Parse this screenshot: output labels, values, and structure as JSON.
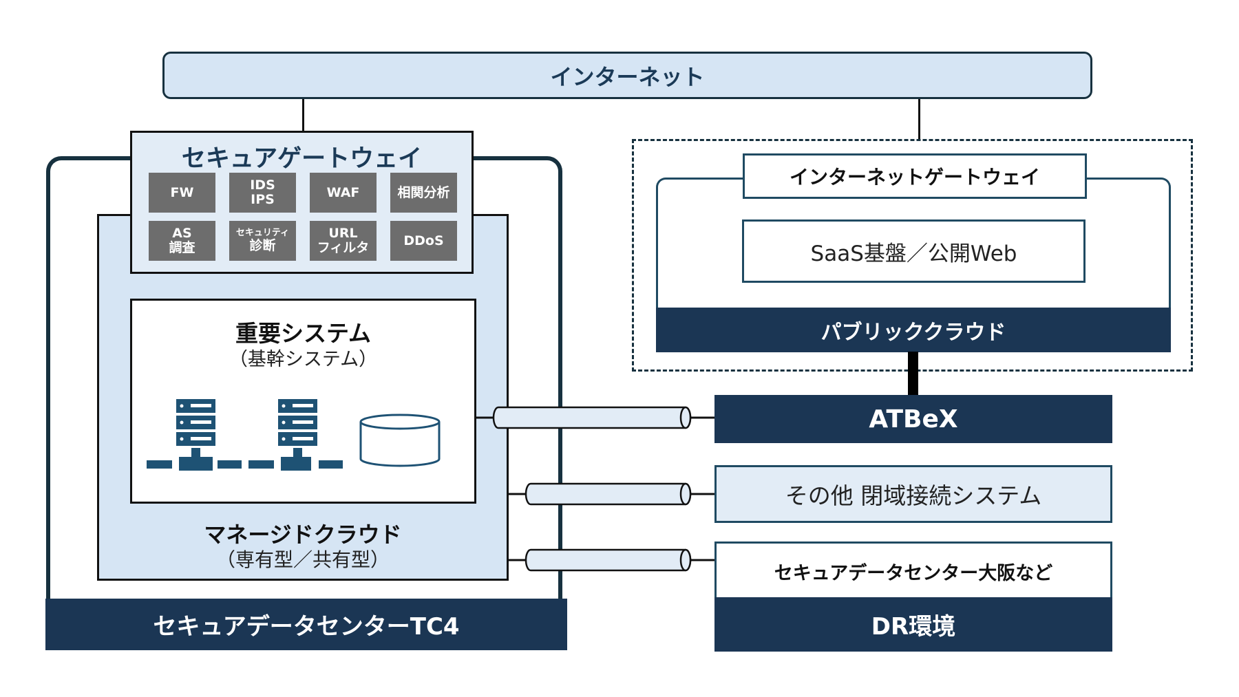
{
  "internet": {
    "label": "インターネット"
  },
  "secure_gateway": {
    "title": "セキュアゲートウェイ",
    "functions": [
      {
        "line1": "FW",
        "line2": ""
      },
      {
        "line1": "IDS",
        "line2": "IPS"
      },
      {
        "line1": "WAF",
        "line2": ""
      },
      {
        "line1": "相関分析",
        "line2": ""
      },
      {
        "line1": "AS",
        "line2": "調査"
      },
      {
        "line1": "セキュリティ",
        "line2": "診断"
      },
      {
        "line1": "URL",
        "line2": "フィルタ"
      },
      {
        "line1": "DDoS",
        "line2": ""
      }
    ]
  },
  "important_system": {
    "title": "重要システム",
    "subtitle": "（基幹システム）",
    "icons": [
      "server-icon",
      "server-icon",
      "database-icon"
    ]
  },
  "managed_cloud": {
    "title": "マネージドクラウド",
    "subtitle": "（専有型／共有型）"
  },
  "tc4": {
    "label": "セキュアデータセンターTC4"
  },
  "public_cloud": {
    "internet_gateway": "インターネットゲートウェイ",
    "saas": "SaaS基盤／公開Web",
    "label": "パブリッククラウド"
  },
  "atbex": {
    "label": "ATBeX"
  },
  "closed_network": {
    "label": "その他 閉域接続システム"
  },
  "dr": {
    "site": "セキュアデータセンター大阪など",
    "label": "DR環境"
  },
  "colors": {
    "navy": "#1b3654",
    "light_blue": "#d6e5f4",
    "pale_blue": "#e2ecf6",
    "tile_gray": "#6d6d6d",
    "icon_blue": "#1e5274"
  }
}
